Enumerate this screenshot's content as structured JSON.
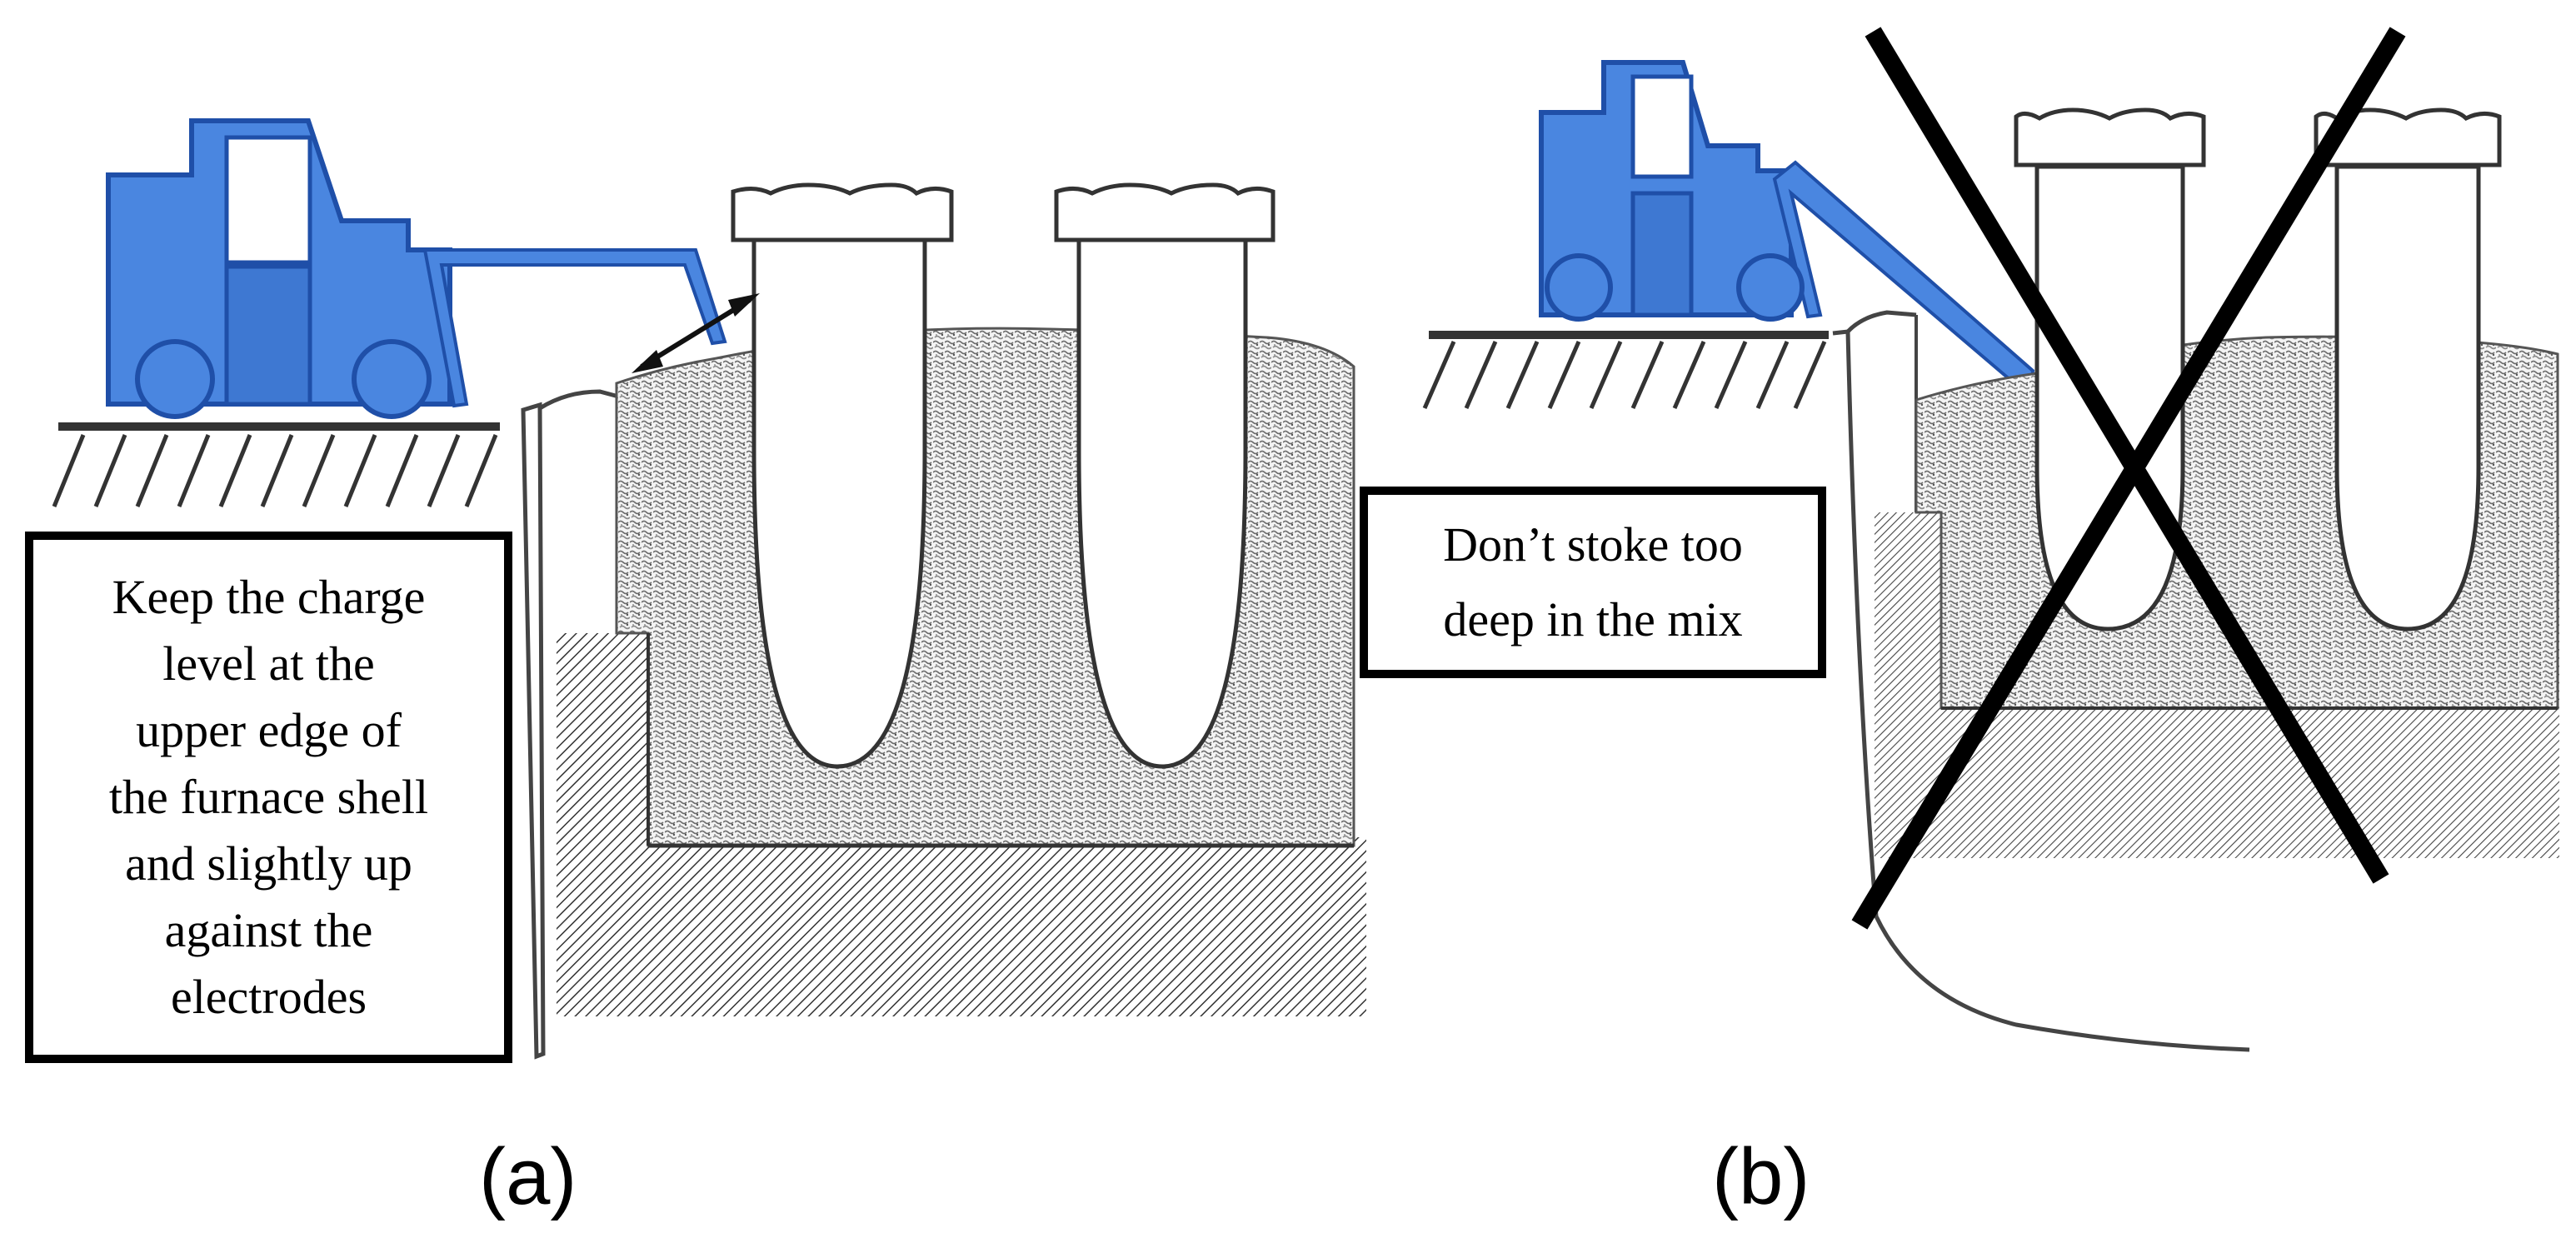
{
  "panel_a": {
    "label": "(a)",
    "note_lines": [
      "Keep the charge",
      "level at the",
      "upper edge of",
      "the furnace shell",
      "and slightly up",
      "against the",
      "electrodes"
    ]
  },
  "panel_b": {
    "label": "(b)",
    "note_lines": [
      "Don’t stoke too",
      "deep in the mix"
    ]
  },
  "colors": {
    "vehicle_fill": "#4a86e0",
    "vehicle_stroke": "#1f4fa8",
    "charge_speckle": "#6b6b6b",
    "hatch": "#333333",
    "cross": "#000000"
  },
  "icons": [
    "stoking-vehicle",
    "electrode",
    "cross-mark",
    "double-arrow"
  ]
}
